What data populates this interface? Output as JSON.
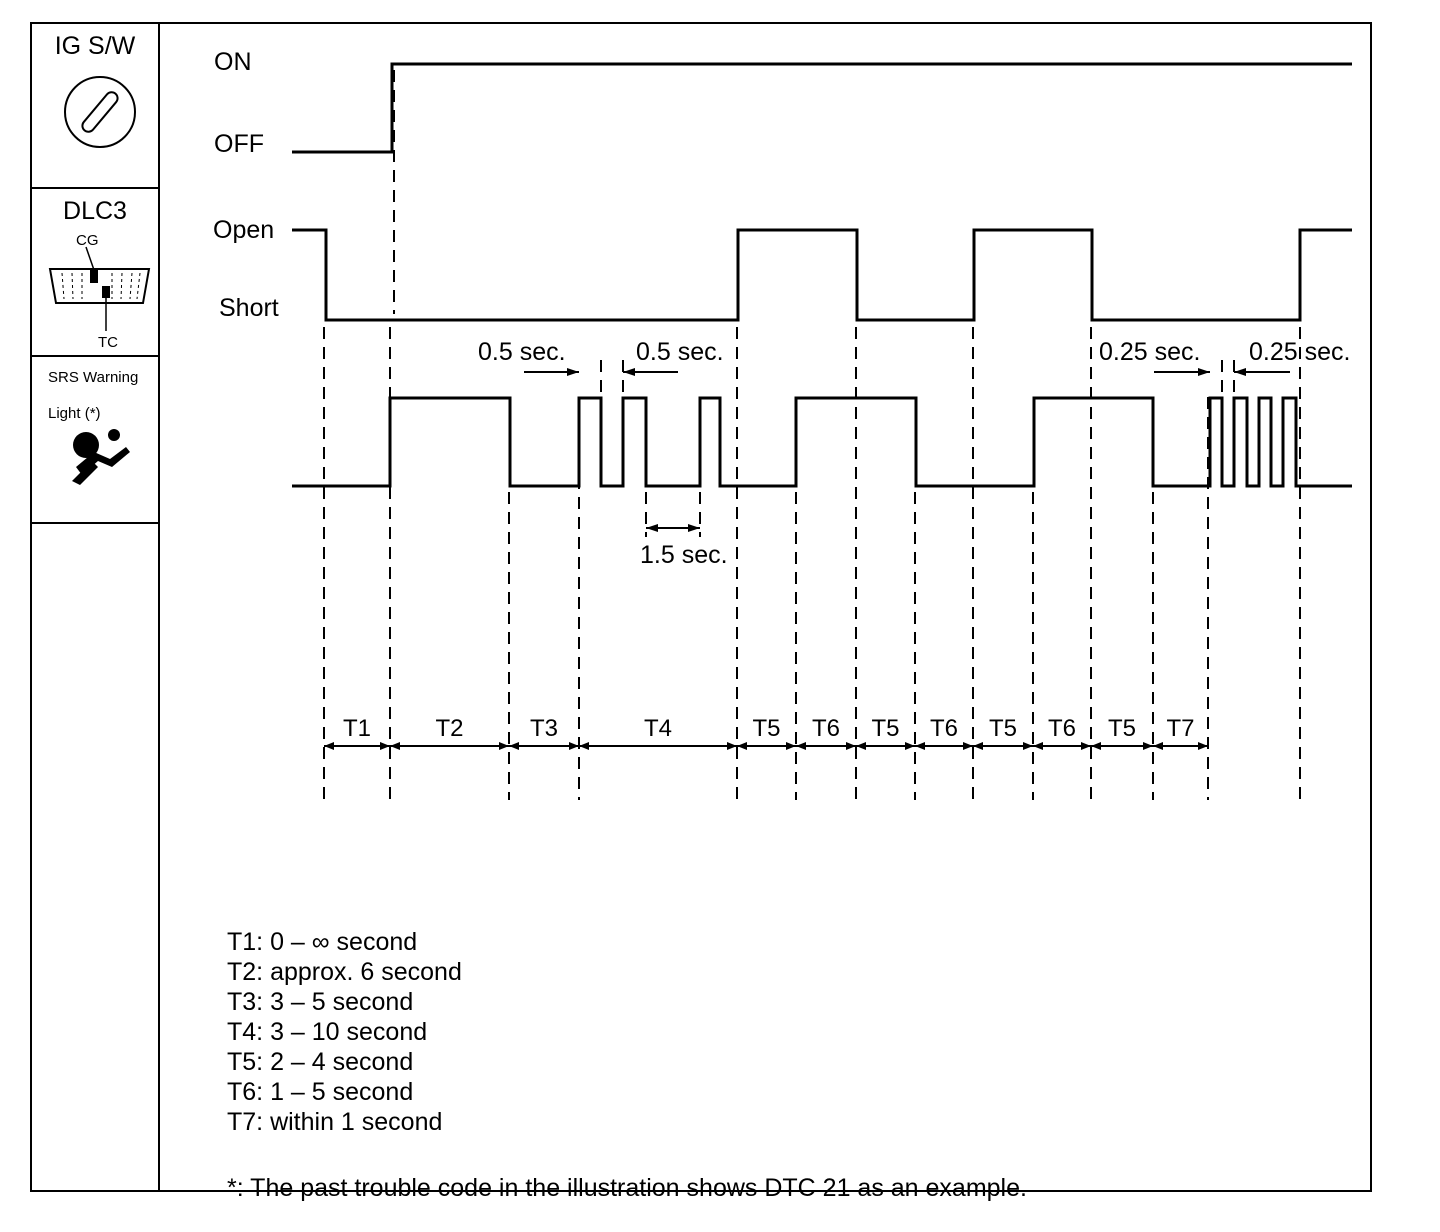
{
  "sidebar": {
    "ig_title": "IG S/W",
    "dlc3_title": "DLC3",
    "cg_label": "CG",
    "tc_label": "TC",
    "srs_line1": "SRS Warning",
    "srs_line2": "Light (*)"
  },
  "signals": {
    "ig": {
      "on": "ON",
      "off": "OFF"
    },
    "dlc3": {
      "open": "Open",
      "short": "Short"
    }
  },
  "timing_labels": {
    "half_sec_left": "0.5 sec.",
    "half_sec_right": "0.5 sec.",
    "one_half_sec": "1.5 sec.",
    "quarter_sec_left": "0.25 sec.",
    "quarter_sec_right": "0.25 sec."
  },
  "intervals": [
    "T1",
    "T2",
    "T3",
    "T4",
    "T5",
    "T6",
    "T5",
    "T6",
    "T5",
    "T6",
    "T5",
    "T7"
  ],
  "legend": [
    "T1: 0 – ∞ second",
    "T2: approx. 6 second",
    "T3: 3 – 5 second",
    "T4: 3 – 10 second",
    "T5: 2 – 4 second",
    "T6: 1 – 5 second",
    "T7: within 1 second"
  ],
  "footnote": "*: The past trouble code in the illustration shows DTC 21 as an example."
}
